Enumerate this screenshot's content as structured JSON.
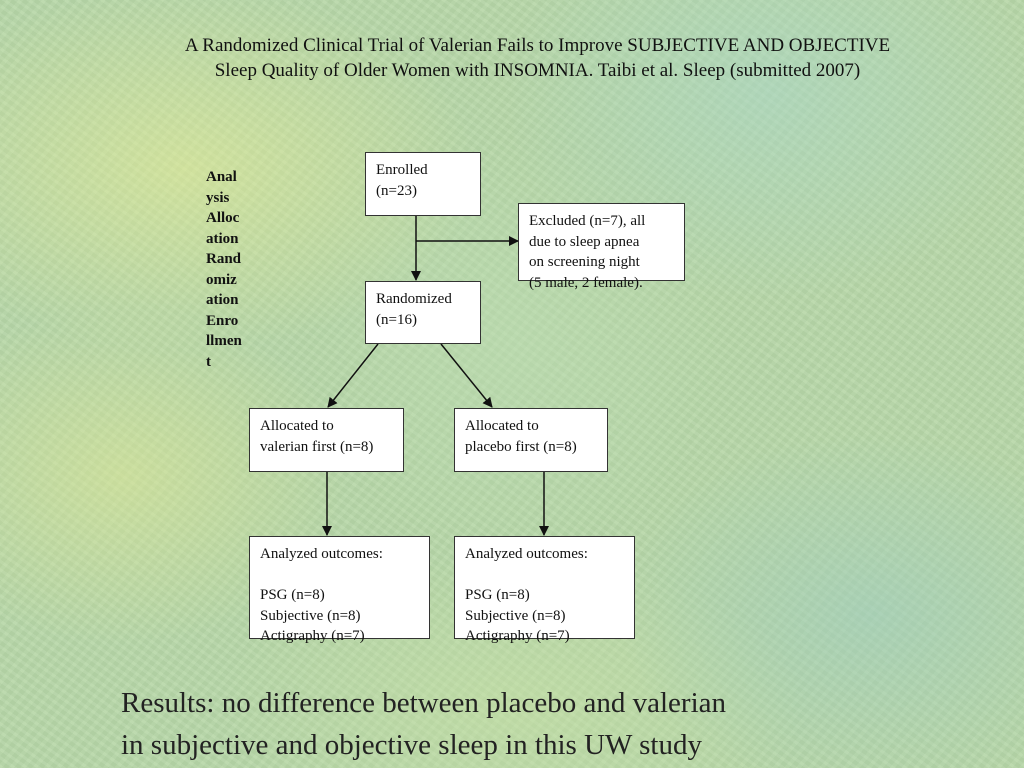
{
  "title": {
    "line1": "A Randomized Clinical Trial of Valerian Fails to Improve SUBJECTIVE AND OBJECTIVE",
    "line2": "Sleep Quality of Older Women with INSOMNIA. Taibi et al. Sleep (submitted 2007)"
  },
  "stage_labels": {
    "text": "Analysis Allocation Randomization Enrollment"
  },
  "flow": {
    "enrolled": {
      "line1": "Enrolled",
      "line2": "(n=23)"
    },
    "excluded": {
      "line1": "Excluded (n=7), all",
      "line2": "due to sleep apnea",
      "line3": "on screening night",
      "line4": "(5 male, 2 female)."
    },
    "randomized": {
      "line1": "Randomized",
      "line2": "(n=16)"
    },
    "alloc_valerian": {
      "line1": "Allocated to",
      "line2": "valerian first (n=8)"
    },
    "alloc_placebo": {
      "line1": "Allocated to",
      "line2": "placebo first (n=8)"
    },
    "analyzed_valerian": {
      "line1": "Analyzed outcomes:",
      "line2": "",
      "line3": "PSG (n=8)",
      "line4": "Subjective (n=8)",
      "line5": "Actigraphy (n=7)"
    },
    "analyzed_placebo": {
      "line1": "Analyzed outcomes:",
      "line2": "",
      "line3": "PSG (n=8)",
      "line4": "Subjective (n=8)",
      "line5": "Actigraphy (n=7)"
    }
  },
  "results": {
    "line1": "Results: no difference between placebo and valerian",
    "line2": "in subjective and objective sleep in this UW study"
  }
}
